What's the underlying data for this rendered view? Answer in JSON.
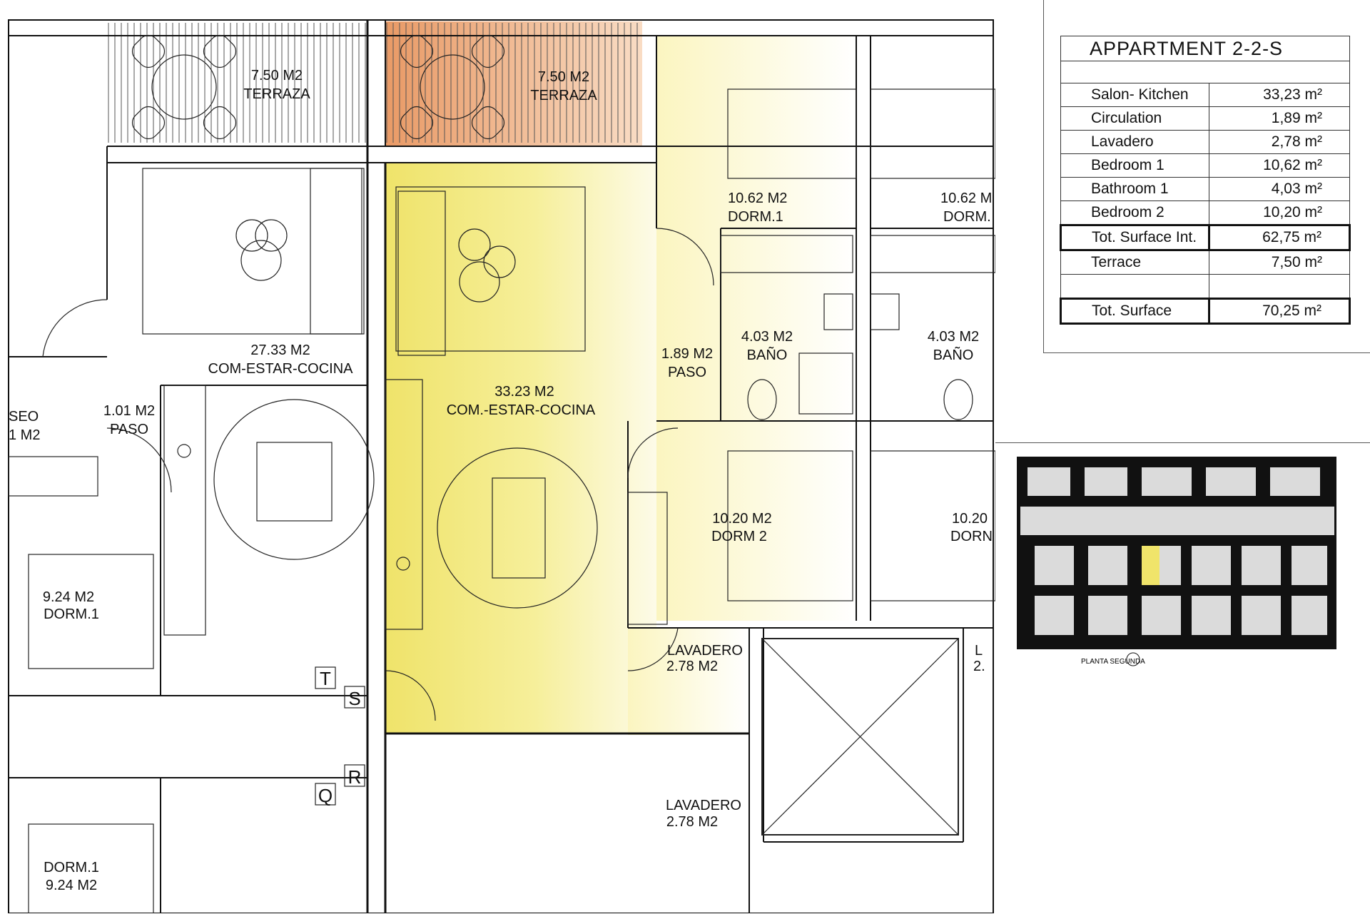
{
  "table": {
    "title": "APPARTMENT 2-2-S",
    "rows": [
      {
        "label": "Salon- Kitchen",
        "value": "33,23 m²"
      },
      {
        "label": "Circulation",
        "value": "1,89 m²"
      },
      {
        "label": "Lavadero",
        "value": "2,78 m²"
      },
      {
        "label": "Bedroom 1",
        "value": "10,62 m²"
      },
      {
        "label": "Bathroom 1",
        "value": "4,03 m²"
      },
      {
        "label": "Bedroom 2",
        "value": "10,20 m²"
      },
      {
        "label": "Tot. Surface Int.",
        "value": "62,75 m²"
      },
      {
        "label": "Terrace",
        "value": "7,50 m²"
      },
      {
        "label": "",
        "value": ""
      },
      {
        "label": "Tot. Surface",
        "value": "70,25 m²"
      }
    ]
  },
  "plan_labels": {
    "terraza_left_area": "7.50 M2",
    "terraza_left_name": "TERRAZA",
    "terraza_right_area": "7.50 M2",
    "terraza_right_name": "TERRAZA",
    "salon_left_area": "27.33 M2",
    "salon_left_name": "COM-ESTAR-COCINA",
    "salon_main_area": "33.23 M2",
    "salon_main_name": "COM.-ESTAR-COCINA",
    "dorm1_area": "10.62 M2",
    "dorm1_name": "DORM.1",
    "dorm1b_area": "10.62 M",
    "dorm1b_name": "DORM.",
    "paso_main_area": "1.89 M2",
    "paso_main_name": "PASO",
    "bano_area": "4.03 M2",
    "bano_name": "BAÑO",
    "bano_b_area": "4.03 M2",
    "bano_b_name": "BAÑO",
    "paso_left_area": "1.01 M2",
    "paso_left_name": "PASO",
    "aseo_name": "SEO",
    "aseo_area": "1 M2",
    "dorm2_area": "10.20 M2",
    "dorm2_name": "DORM 2",
    "dorm2b_area": "10.20",
    "dorm2b_name": "DORN",
    "dorm_left_area": "9.24 M2",
    "dorm_left_name": "DORM.1",
    "dorm_left2_name": "DORM.1",
    "dorm_left2_area": "9.24 M2",
    "lavadero_main_name": "LAVADERO",
    "lavadero_main_area": "2.78 M2",
    "lavadero_b_name": "LAVADERO",
    "lavadero_b_area": "2.78 M2",
    "lav_c_name": "L",
    "lav_c_area": "2.",
    "stair_t": "T",
    "stair_s": "S",
    "stair_r": "R",
    "stair_q": "Q",
    "keyplan_caption": "PLANTA SEGUNDA"
  }
}
